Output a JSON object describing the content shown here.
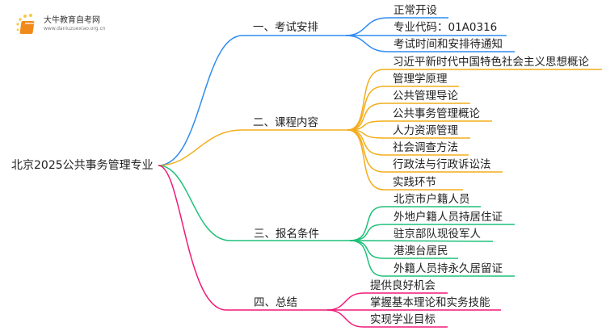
{
  "logo": {
    "title": "大牛教育自考网",
    "url": "www.daniuzuexiao.org.cn"
  },
  "colors": {
    "b1": "#2f8cf0",
    "b2": "#f3ad1c",
    "b3": "#1fc07a",
    "b4": "#f01a78"
  },
  "root": "北京2025公共事务管理专业",
  "branches": [
    {
      "label": "一、考试安排",
      "children": [
        "正常开设",
        "专业代码：01A0316",
        "考试时间和安排待通知"
      ]
    },
    {
      "label": "二、课程内容",
      "children": [
        "习近平新时代中国特色社会主义思想概论",
        "管理学原理",
        "公共管理导论",
        "公共事务管理概论",
        "人力资源管理",
        "社会调查方法",
        "行政法与行政诉讼法",
        "实践环节"
      ]
    },
    {
      "label": "三、报名条件",
      "children": [
        "北京市户籍人员",
        "外地户籍人员持居住证",
        "驻京部队现役军人",
        "港澳台居民",
        "外籍人员持永久居留证"
      ]
    },
    {
      "label": "四、总结",
      "children": [
        "提供良好机会",
        "掌握基本理论和实务技能",
        "实现学业目标"
      ]
    }
  ]
}
